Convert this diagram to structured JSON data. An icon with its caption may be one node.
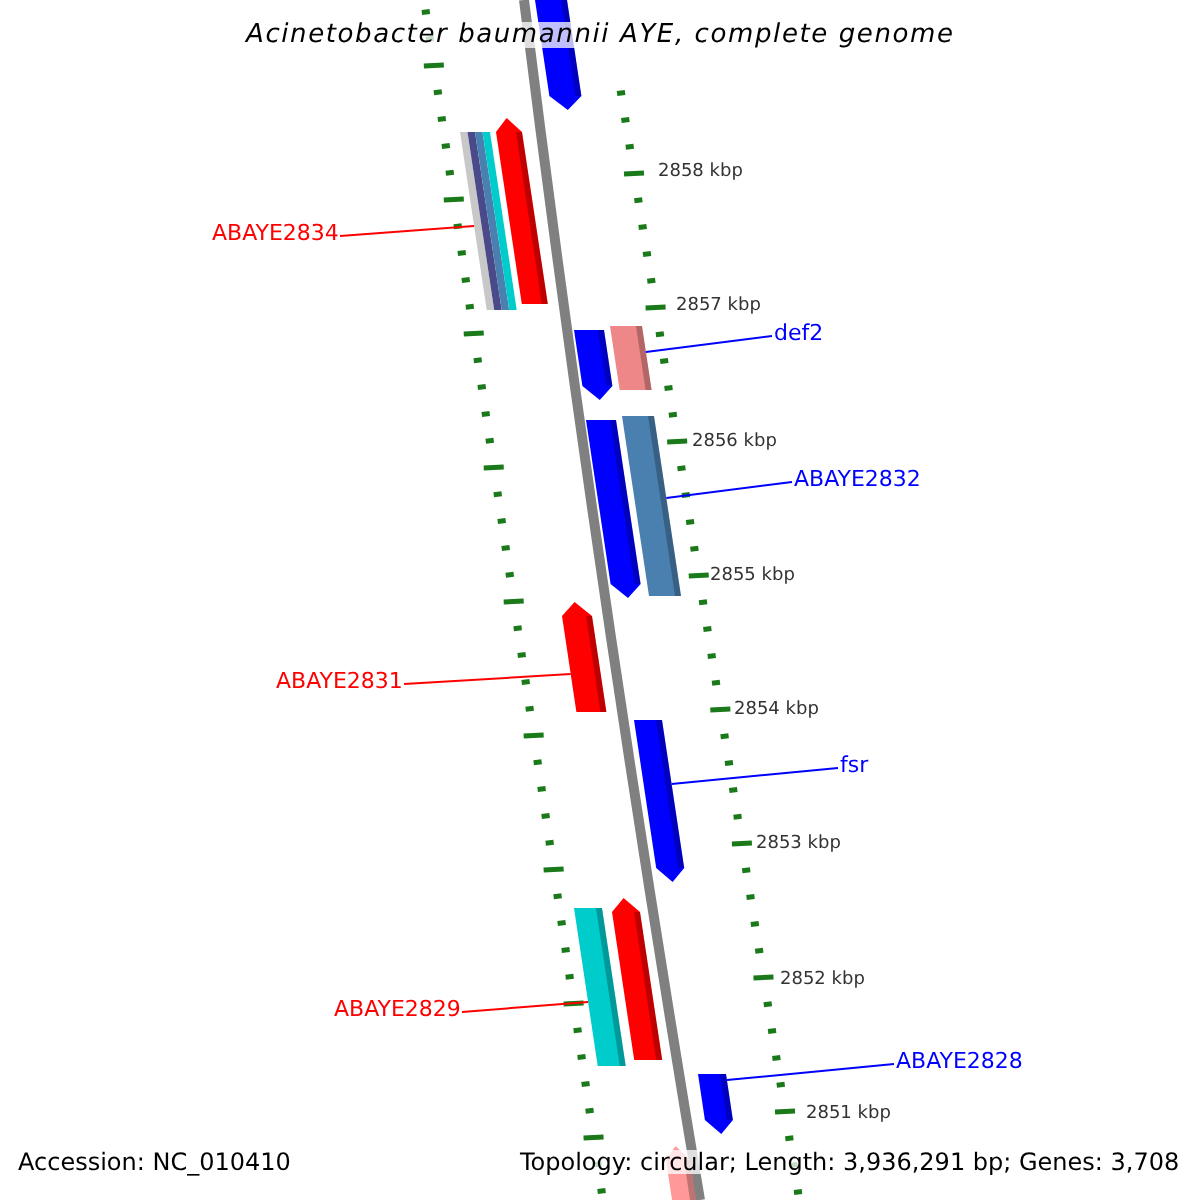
{
  "diagram": {
    "title": "Acinetobacter baumannii AYE, complete genome",
    "nodes": [
      {
        "text": [],
        "shape": "bar"
      },
      {
        "text": [
          "ABAYE2834"
        ]
      },
      {
        "text": [],
        "shape": "bar"
      },
      {
        "text": [],
        "shape": "bar"
      },
      {
        "text": [
          "def2"
        ]
      },
      {
        "text": [],
        "shape": "bar"
      },
      {
        "text": [],
        "shape": "bar"
      },
      {
        "text": [
          "ABAYE2832"
        ]
      },
      {
        "text": [],
        "shape": "bar"
      },
      {
        "text": [],
        "shape": "bar"
      },
      {
        "text": [
          "ABAYE2831"
        ]
      },
      {
        "text": [],
        "shape": "bar"
      },
      {
        "text": [
          "fsr"
        ]
      },
      {
        "text": [],
        "shape": "bar"
      },
      {
        "text": [
          "ABAYE2829"
        ]
      },
      {
        "text": [],
        "shape": "bar"
      },
      {
        "text": [],
        "shape": "bar"
      },
      {
        "text": [
          "ABAYE2828"
        ]
      },
      {
        "text": [],
        "shape": "bar"
      },
      {
        "text": [],
        "shape": "bar"
      }
    ],
    "edges": [
      {
        "from": 1,
        "to": 2,
        "arrow": "none",
        "color": "#ff0000"
      },
      {
        "from": 4,
        "to": 6,
        "arrow": "none",
        "color": "#0000ff"
      },
      {
        "from": 7,
        "to": 9,
        "arrow": "none",
        "color": "#0000ff"
      },
      {
        "from": 10,
        "to": 11,
        "arrow": "none",
        "color": "#ff0000"
      },
      {
        "from": 12,
        "to": 13,
        "arrow": "none",
        "color": "#0000ff"
      },
      {
        "from": 14,
        "to": 15,
        "arrow": "none",
        "color": "#ff0000"
      },
      {
        "from": 17,
        "to": 18,
        "arrow": "none",
        "color": "#0000ff"
      }
    ],
    "labels": [
      "2858 kbp",
      "2857 kbp",
      "2856 kbp",
      "2855 kbp",
      "2854 kbp",
      "2853 kbp",
      "2852 kbp",
      "2851 kbp",
      "Accession: NC_010410",
      "Topology: circular; Length: 3,936,291 bp; Genes: 3,708"
    ]
  }
}
